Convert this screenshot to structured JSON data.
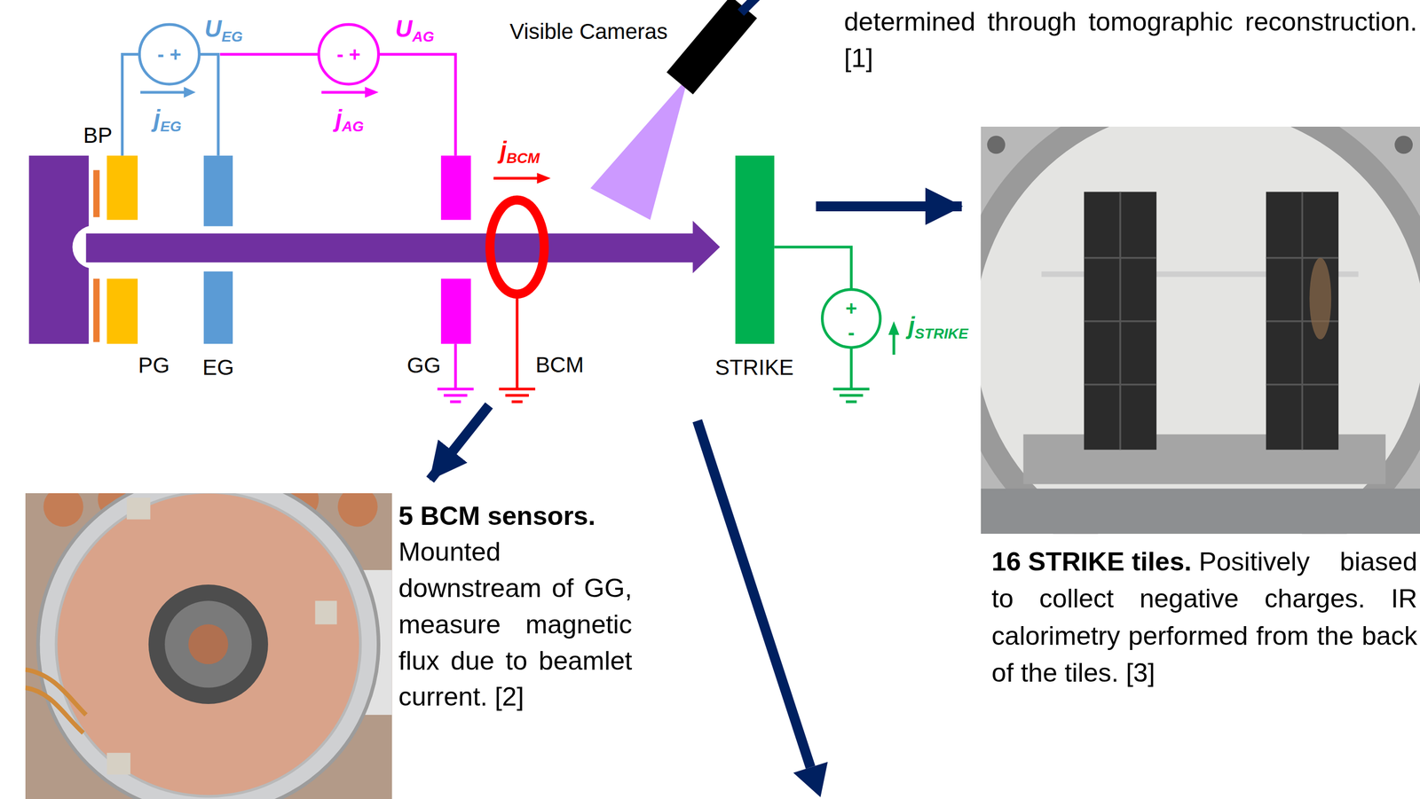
{
  "diagram": {
    "nodes": [
      {
        "text": [
          "BCM"
        ]
      },
      {
        "text": [
          "5 BCM sensors.",
          "Mounted downstream of GG, measure magnetic flux due to beamlet current. [2]"
        ]
      },
      {
        "text": [
          "STRIKE"
        ]
      },
      {
        "text": [
          "16 STRIKE tiles.",
          "Positively biased to collect negative charges. IR calorimetry performed from the back of the tiles. [3]"
        ]
      }
    ],
    "edges": [
      {
        "from": 0,
        "to": 1,
        "arrow": "to"
      },
      {
        "from": 2,
        "to": 3,
        "arrow": "to"
      }
    ],
    "labels": [
      "UEG",
      "UAG",
      "Visible Cameras",
      "determined through tomographic reconstruction. [1]",
      "- +",
      "- +",
      "jEG",
      "jAG",
      "BP",
      "jBCM",
      "jSTRIKE",
      "+",
      "-",
      "PG",
      "EG",
      "GG"
    ]
  }
}
